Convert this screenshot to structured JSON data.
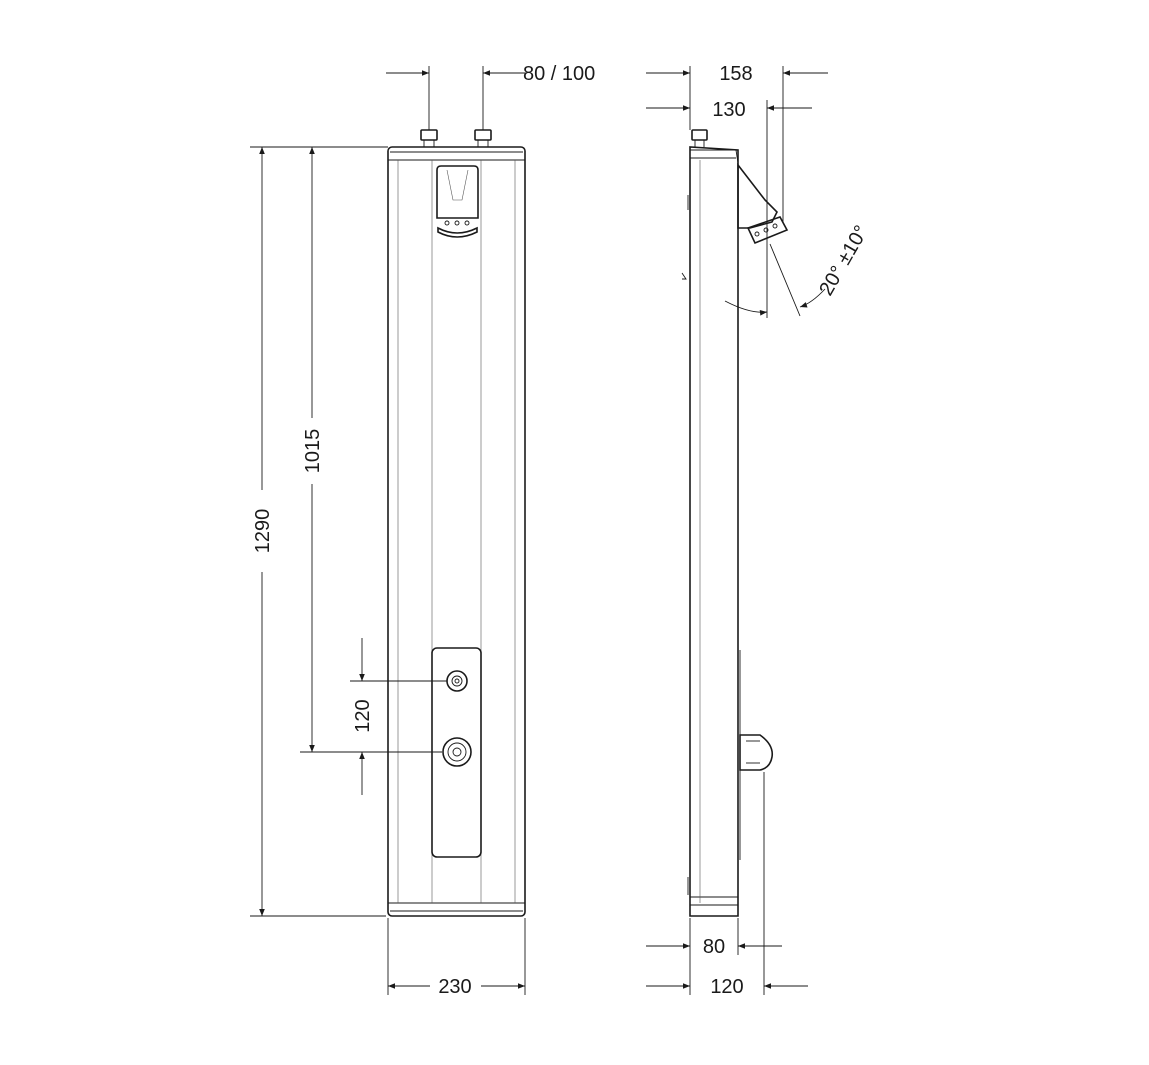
{
  "dimensions": {
    "inlet_spacing": "80 / 100",
    "total_height": "1290",
    "showerhead_to_valve": "1015",
    "control_spacing": "120",
    "front_width": "230",
    "side_depth_total": "158",
    "side_depth_head": "130",
    "head_angle": "20°  ±10°",
    "side_bottom_inner": "80",
    "side_bottom_outer": "120"
  }
}
